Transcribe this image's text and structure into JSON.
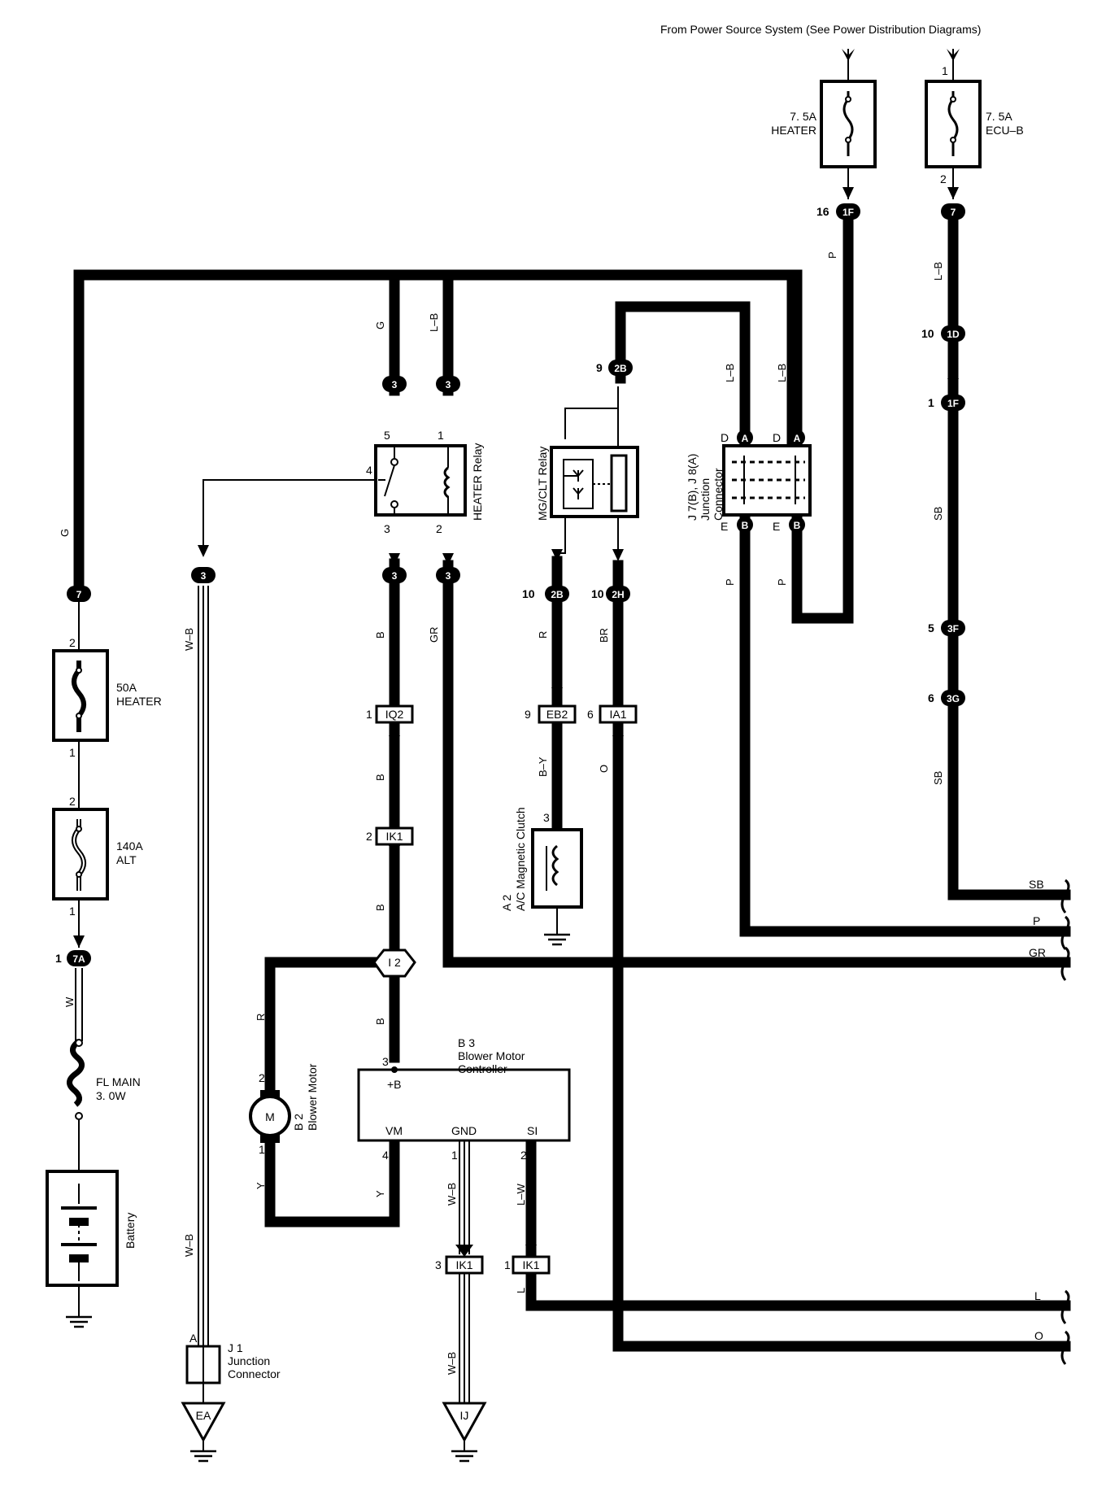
{
  "header": "From Power Source System (See Power Distribution Diagrams)",
  "fuses": {
    "heater_small": [
      "7. 5A",
      "HEATER"
    ],
    "ecu_b": [
      "7. 5A",
      "ECU–B"
    ],
    "heater_50a": [
      "50A",
      "HEATER"
    ],
    "alt_140a": [
      "140A",
      "ALT"
    ],
    "fl_main": [
      "FL MAIN",
      "3. 0W"
    ]
  },
  "components": {
    "heater_relay": "HEATER Relay",
    "mg_clt_relay": "MG/CLT Relay",
    "junction_j7_j8": [
      "J 7(B), J 8(A)",
      "Junction",
      "Connector"
    ],
    "ac_clutch": [
      "A 2",
      "A/C Magnetic Clutch"
    ],
    "blower_motor": [
      "B 2",
      "Blower Motor"
    ],
    "blower_controller": [
      "B 3",
      "Blower Motor",
      "Controller"
    ],
    "battery": "Battery",
    "junction_j1": [
      "J 1",
      "Junction",
      "Connector"
    ],
    "motor_symbol": "M"
  },
  "controller_terminals": [
    "+B",
    "VM",
    "GND",
    "SI"
  ],
  "connectors": {
    "c_1f_top": "1F",
    "c_7_ecu": "7",
    "c_1d": "1D",
    "c_1f_mid": "1F",
    "c_3f": "3F",
    "c_3g": "3G",
    "c_2b_top": "2B",
    "c_2b": "2B",
    "c_2h": "2H",
    "c_eb2": "EB2",
    "c_ia1": "IA1",
    "c_3_g": "3",
    "c_3_lb": "3",
    "c_3_b": "3",
    "c_3_gr": "3",
    "c_3_wb": "3",
    "c_7_left": "7",
    "c_7a": "7A",
    "c_iq2": "IQ2",
    "c_ik1_a": "IK1",
    "c_i2": "I 2",
    "c_ik1_b": "IK1",
    "c_ik1_c": "IK1",
    "c_ea": "EA",
    "c_ij": "IJ",
    "jc_a1": "A",
    "jc_a2": "A",
    "jc_b1": "B",
    "jc_b2": "B"
  },
  "pins": {
    "p16": "16",
    "p1_top": "1",
    "p2_ecu": "2",
    "p10_1d": "10",
    "p1_1f": "1",
    "p5_3f": "5",
    "p6_3g": "6",
    "p9_2b": "9",
    "p10_2b": "10",
    "p10_2h": "10",
    "p9_eb2": "9",
    "p6_ia1": "6",
    "p3_clutch": "3",
    "r5": "5",
    "r1": "1",
    "r4": "4",
    "r3": "3",
    "r2": "2",
    "jD1": "D",
    "jD2": "D",
    "jE1": "E",
    "jE2": "E",
    "f2_50": "2",
    "f1_50": "1",
    "f2_140": "2",
    "f1_140": "1",
    "p1_7a": "1",
    "p1_iq2": "1",
    "p2_ik1": "2",
    "p3_b3": "3",
    "p2_m": "2",
    "p1_m": "1",
    "p4_vm": "4",
    "p1_gnd": "1",
    "p2_si": "2",
    "p3_ik1": "3",
    "p1_ik1": "1",
    "pA_j1": "A"
  },
  "wire_colors": {
    "w_p_1f": "P",
    "w_lb_7": "L–B",
    "w_sb_1": "SB",
    "w_sb_2": "SB",
    "w_lb_j1": "L–B",
    "w_lb_j2": "L–B",
    "w_p_j1": "P",
    "w_p_j2": "P",
    "w_g_top": "G",
    "w_lb_top": "L–B",
    "w_g_left": "G",
    "w_wb_1": "W–B",
    "w_wb_2": "W–B",
    "w_b_1": "B",
    "w_b_2": "B",
    "w_b_3": "B",
    "w_b_4": "B",
    "w_gr": "GR",
    "w_r_2b": "R",
    "w_br": "BR",
    "w_by": "B–Y",
    "w_o": "O",
    "w_w": "W",
    "w_r_m": "R",
    "w_y_m": "Y",
    "w_y_vm": "Y",
    "w_wb_gnd": "W–B",
    "w_lw": "L–W",
    "w_l": "L",
    "w_wb_ij": "W–B"
  },
  "continuations": [
    "SB",
    "P",
    "GR",
    "L",
    "O"
  ]
}
